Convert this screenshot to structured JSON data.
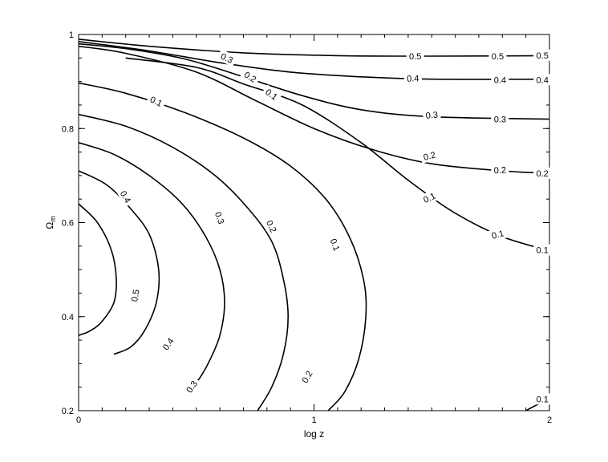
{
  "chart_data": {
    "type": "contour",
    "xlabel": "log z",
    "ylabel_main": "Ω",
    "ylabel_sub": "m",
    "xlim": [
      0,
      2
    ],
    "ylim": [
      0.2,
      1
    ],
    "grid": false,
    "x_ticks": [
      {
        "value": 0,
        "label": "0"
      },
      {
        "value": 1,
        "label": "1"
      },
      {
        "value": 2,
        "label": "2"
      }
    ],
    "y_ticks": [
      {
        "value": 0.2,
        "label": "0.2"
      },
      {
        "value": 0.4,
        "label": "0.4"
      },
      {
        "value": 0.6,
        "label": "0.6"
      },
      {
        "value": 0.8,
        "label": "0.8"
      },
      {
        "value": 1.0,
        "label": "1"
      }
    ],
    "x_minor_step": 0.1,
    "y_minor_step": 0.05,
    "lower_family": [
      {
        "level": "0.1",
        "points": [
          [
            0.0,
            0.897
          ],
          [
            0.2,
            0.875
          ],
          [
            0.45,
            0.834
          ],
          [
            0.7,
            0.78
          ],
          [
            0.9,
            0.72
          ],
          [
            1.05,
            0.65
          ],
          [
            1.15,
            0.57
          ],
          [
            1.21,
            0.48
          ],
          [
            1.22,
            0.4
          ],
          [
            1.19,
            0.31
          ],
          [
            1.13,
            0.24
          ],
          [
            1.06,
            0.2
          ]
        ],
        "labels": [
          {
            "x": 0.33,
            "y": 0.858,
            "angle": 25
          },
          {
            "x": 1.09,
            "y": 0.553,
            "angle": 70
          }
        ]
      },
      {
        "level": "0.2",
        "points": [
          [
            0.0,
            0.83
          ],
          [
            0.2,
            0.805
          ],
          [
            0.4,
            0.76
          ],
          [
            0.58,
            0.7
          ],
          [
            0.72,
            0.63
          ],
          [
            0.82,
            0.56
          ],
          [
            0.87,
            0.48
          ],
          [
            0.89,
            0.4
          ],
          [
            0.87,
            0.32
          ],
          [
            0.82,
            0.25
          ],
          [
            0.76,
            0.2
          ]
        ],
        "labels": [
          {
            "x": 0.82,
            "y": 0.592,
            "angle": 65
          },
          {
            "x": 0.97,
            "y": 0.272,
            "angle": -60
          }
        ]
      },
      {
        "level": "0.3",
        "points": [
          [
            0.0,
            0.77
          ],
          [
            0.15,
            0.745
          ],
          [
            0.3,
            0.7
          ],
          [
            0.44,
            0.64
          ],
          [
            0.54,
            0.57
          ],
          [
            0.6,
            0.5
          ],
          [
            0.62,
            0.43
          ],
          [
            0.6,
            0.36
          ],
          [
            0.55,
            0.3
          ],
          [
            0.5,
            0.26
          ],
          [
            0.45,
            0.24
          ]
        ],
        "labels": [
          {
            "x": 0.6,
            "y": 0.61,
            "angle": 70
          },
          {
            "x": 0.48,
            "y": 0.251,
            "angle": -55
          }
        ]
      },
      {
        "level": "0.4",
        "points": [
          [
            0.0,
            0.71
          ],
          [
            0.12,
            0.68
          ],
          [
            0.22,
            0.63
          ],
          [
            0.3,
            0.575
          ],
          [
            0.34,
            0.5
          ],
          [
            0.33,
            0.43
          ],
          [
            0.28,
            0.37
          ],
          [
            0.22,
            0.335
          ],
          [
            0.15,
            0.32
          ]
        ],
        "labels": [
          {
            "x": 0.2,
            "y": 0.655,
            "angle": 60
          },
          {
            "x": 0.38,
            "y": 0.342,
            "angle": -55
          }
        ]
      },
      {
        "level": "0.5",
        "points": [
          [
            0.0,
            0.64
          ],
          [
            0.08,
            0.6
          ],
          [
            0.14,
            0.54
          ],
          [
            0.16,
            0.48
          ],
          [
            0.15,
            0.43
          ],
          [
            0.1,
            0.39
          ],
          [
            0.05,
            0.37
          ],
          [
            0.0,
            0.36
          ]
        ],
        "labels": [
          {
            "x": 0.24,
            "y": 0.445,
            "angle": -80
          }
        ]
      }
    ],
    "upper_family": [
      {
        "level": "0.5",
        "points": [
          [
            0.0,
            0.99
          ],
          [
            0.3,
            0.975
          ],
          [
            0.7,
            0.961
          ],
          [
            1.1,
            0.955
          ],
          [
            1.5,
            0.954
          ],
          [
            2.0,
            0.955
          ]
        ],
        "labels": [
          {
            "x": 1.43,
            "y": 0.954,
            "angle": 0
          },
          {
            "x": 1.78,
            "y": 0.954,
            "angle": 0
          },
          {
            "x": 1.97,
            "y": 0.956,
            "angle": 0
          }
        ]
      },
      {
        "level": "0.4",
        "points": [
          [
            0.0,
            0.985
          ],
          [
            0.3,
            0.965
          ],
          [
            0.6,
            0.94
          ],
          [
            0.9,
            0.92
          ],
          [
            1.2,
            0.91
          ],
          [
            1.5,
            0.905
          ],
          [
            2.0,
            0.905
          ]
        ],
        "labels": [
          {
            "x": 1.42,
            "y": 0.907,
            "angle": -2
          },
          {
            "x": 1.79,
            "y": 0.904,
            "angle": 0
          },
          {
            "x": 1.97,
            "y": 0.904,
            "angle": 0
          }
        ]
      },
      {
        "level": "0.3",
        "points": [
          [
            0.0,
            0.98
          ],
          [
            0.2,
            0.97
          ],
          [
            0.45,
            0.948
          ],
          [
            0.7,
            0.91
          ],
          [
            0.95,
            0.87
          ],
          [
            1.2,
            0.84
          ],
          [
            1.5,
            0.825
          ],
          [
            2.0,
            0.82
          ]
        ],
        "labels": [
          {
            "x": 0.63,
            "y": 0.95,
            "angle": 25
          },
          {
            "x": 1.5,
            "y": 0.829,
            "angle": -5
          },
          {
            "x": 1.79,
            "y": 0.82,
            "angle": 0
          }
        ]
      },
      {
        "level": "0.2",
        "points": [
          [
            0.0,
            0.975
          ],
          [
            0.2,
            0.96
          ],
          [
            0.5,
            0.92
          ],
          [
            0.75,
            0.86
          ],
          [
            1.0,
            0.8
          ],
          [
            1.25,
            0.755
          ],
          [
            1.5,
            0.725
          ],
          [
            1.8,
            0.71
          ],
          [
            2.0,
            0.705
          ]
        ],
        "labels": [
          {
            "x": 0.73,
            "y": 0.91,
            "angle": 32
          },
          {
            "x": 1.49,
            "y": 0.742,
            "angle": -15
          },
          {
            "x": 1.79,
            "y": 0.712,
            "angle": -3
          },
          {
            "x": 1.97,
            "y": 0.705,
            "angle": 0
          }
        ]
      },
      {
        "level": "0.1",
        "points": [
          [
            0.2,
            0.95
          ],
          [
            0.5,
            0.93
          ],
          [
            0.7,
            0.895
          ],
          [
            0.95,
            0.85
          ],
          [
            1.2,
            0.77
          ],
          [
            1.4,
            0.69
          ],
          [
            1.6,
            0.62
          ],
          [
            1.8,
            0.57
          ],
          [
            2.0,
            0.54
          ]
        ],
        "labels": [
          {
            "x": 0.82,
            "y": 0.873,
            "angle": 35
          },
          {
            "x": 1.49,
            "y": 0.653,
            "angle": -25
          },
          {
            "x": 1.78,
            "y": 0.575,
            "angle": -15
          },
          {
            "x": 1.97,
            "y": 0.542,
            "angle": 0
          }
        ]
      },
      {
        "level": "0.1",
        "points": [
          [
            1.9,
            0.2
          ],
          [
            1.96,
            0.216
          ],
          [
            2.0,
            0.225
          ]
        ],
        "labels": [
          {
            "x": 1.97,
            "y": 0.225,
            "angle": 0
          }
        ]
      }
    ]
  }
}
